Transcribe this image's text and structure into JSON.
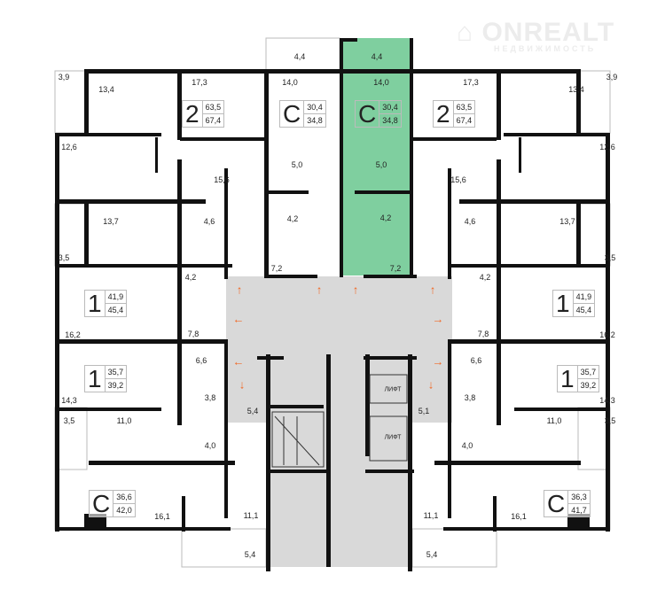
{
  "watermark": {
    "brand": "ONREALT",
    "subtitle": "НЕДВИЖИМОСТЬ"
  },
  "colors": {
    "highlight": "#7fcf9f",
    "wall": "#111111",
    "common": "#d9d9d9",
    "arrow": "#f06a28"
  },
  "units": [
    {
      "type": "2",
      "living": "63,5",
      "total": "67,4"
    },
    {
      "type": "С",
      "living": "30,4",
      "total": "34,8"
    },
    {
      "type": "С",
      "living": "30,4",
      "total": "34,8",
      "highlighted": true
    },
    {
      "type": "2",
      "living": "63,5",
      "total": "67,4"
    },
    {
      "type": "1",
      "living": "41,9",
      "total": "45,4"
    },
    {
      "type": "1",
      "living": "41,9",
      "total": "45,4"
    },
    {
      "type": "1",
      "living": "35,7",
      "total": "39,2"
    },
    {
      "type": "1",
      "living": "35,7",
      "total": "39,2"
    },
    {
      "type": "С",
      "living": "36,6",
      "total": "42,0"
    },
    {
      "type": "С",
      "living": "36,3",
      "total": "41,7"
    }
  ],
  "rooms_left": [
    "3,9",
    "13,4",
    "17,3",
    "14,0",
    "4,4",
    "12,6",
    "5,0",
    "15,6",
    "13,7",
    "4,6",
    "4,2",
    "3,5",
    "4,2",
    "7,2",
    "16,2",
    "7,8",
    "6,6",
    "3,8",
    "14,3",
    "5,4",
    "3,5",
    "11,0",
    "4,0",
    "16,1",
    "11,1",
    "5,4"
  ],
  "rooms_right": [
    "4,4",
    "14,0",
    "5,0",
    "4,2",
    "7,2",
    "17,3",
    "13,4",
    "3,9",
    "12,6",
    "15,6",
    "4,6",
    "13,7",
    "3,5",
    "4,2",
    "7,8",
    "16,2",
    "6,6",
    "3,8",
    "14,3",
    "5,1",
    "11,0",
    "3,5",
    "4,0",
    "16,1",
    "11,1",
    "5,4"
  ],
  "lift_label": "ЛИФТ"
}
